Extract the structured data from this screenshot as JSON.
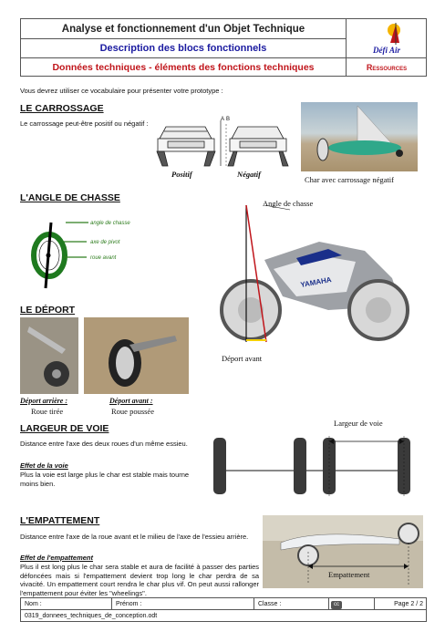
{
  "header": {
    "title": "Analyse et fonctionnement d'un Objet Technique",
    "subtitle": "Description des blocs fonctionnels",
    "section": "Données techniques - éléments des fonctions techniques",
    "resources": "Ressources",
    "logo_text": "Défi Air"
  },
  "intro": "Vous devrez utiliser ce vocabulaire pour présenter votre prototype :",
  "carrossage": {
    "title": "LE CARROSSAGE",
    "text": "Le carrossage peut-être positif ou négatif :",
    "label_positive": "Positif",
    "label_negative": "Négatif",
    "axis_a": "A",
    "axis_b": "B",
    "photo_caption": "Char avec carrossage négatif"
  },
  "chasse": {
    "title": "L'ANGLE DE CHASSE",
    "diagram_labels": [
      "angle de chasse",
      "axe de pivot",
      "roue avant"
    ],
    "moto_label_top": "Angle de  chasse",
    "moto_label_bottom": "Déport avant",
    "brand": "YAMAHA"
  },
  "deport": {
    "title": "LE DÉPORT",
    "rear_title": "Déport arrière :",
    "rear_text": "Roue tirée",
    "front_title": "Déport avant :",
    "front_text": "Roue poussée"
  },
  "voie": {
    "title": "LARGEUR DE VOIE",
    "text": "Distance entre l'axe des deux roues d'un même essieu.",
    "effect_title": "Effet de la voie",
    "effect_text": "Plus la voie est large plus le char est stable mais tourne moins bien.",
    "diagram_label": "Largeur de voie"
  },
  "empattement": {
    "title": "L'EMPATTEMENT",
    "text": "Distance entre l'axe de la roue avant et le milieu de l'axe de l'essieu arrière.",
    "effect_title": "Effet de l'empattement",
    "effect_text": "Plus il est long plus le char sera stable et aura de facilité à passer des parties défoncées mais si l'empattement devient trop long le char perdra de sa vivacité. Un empattement court rendra le char plus vif. On peut aussi rallonger l'empattement pour éviter les \"wheelings\".",
    "photo_label": "Empattement"
  },
  "footer": {
    "nom": "Nom :",
    "prenom": "Prénom :",
    "classe": "Classe :",
    "page": "Page 2 / 2",
    "filename": "0319_donnees_techniques_de_conception.odt",
    "license": "cc"
  },
  "colors": {
    "blue": "#1a1aa0",
    "red": "#c0151b",
    "green": "#2e7d1e"
  }
}
